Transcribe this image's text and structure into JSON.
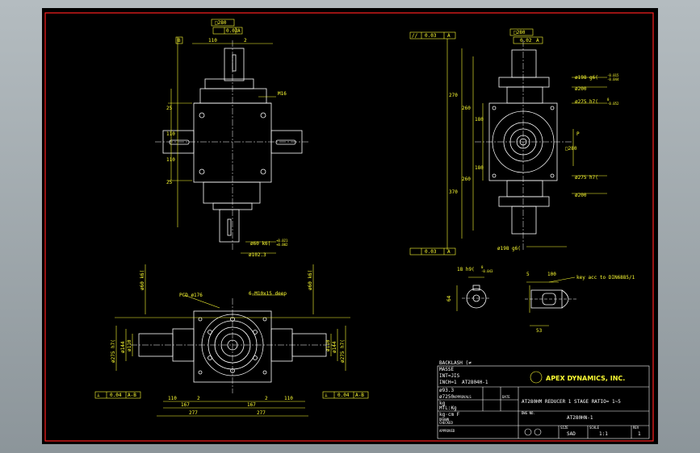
{
  "colors": {
    "frame": "#ff2020",
    "geometry": "#ffffff",
    "dimension": "#ffff33",
    "center": "#ffffff",
    "background": "#000000"
  },
  "front_view": {
    "flatness_box": "□",
    "flatness_val": "0.02",
    "tol_top": "□280",
    "tol_top_val": "0.02",
    "tol_top_ref": "A",
    "datum_b": "B",
    "dim_110_top": "110",
    "dim_2": "2",
    "thread": "M16",
    "dim_25a": "25",
    "dim_25b": "25",
    "dim_110a": "110",
    "dim_110b": "110",
    "shaft_dia": "ø60 k6(",
    "shaft_tol_up": "+0.021",
    "shaft_tol_lo": "+0.002",
    "dia_102": "ø102.3"
  },
  "side_view": {
    "parallel_sym": "//",
    "parallel_val": "0.03",
    "parallel_ref": "A",
    "tol_top": "□280",
    "tol_top_val": "0.02",
    "tol_top_ref": "A",
    "dia_198": "ø198 g6(",
    "dia_198_tol_up": "-0.015",
    "dia_198_tol_lo": "-0.044",
    "dia_200_top": "ø200",
    "dia_275_top": "ø275 h7(",
    "dia_275_tol_up": "0",
    "dia_275_tol_lo": "-0.052",
    "dia_275_bot": "ø275 h7(",
    "dia_200_bot": "ø200",
    "dia_198_bot": "ø198 g6(",
    "dim_270a": "270",
    "dim_260a": "260",
    "dim_180a": "180",
    "dim_270b": "370",
    "dim_260b": "260",
    "dim_180b": "180",
    "dim_280": "□280",
    "dim_p": "P",
    "parallel_bot_val": "0.03",
    "parallel_bot_ref": "A"
  },
  "top_view": {
    "pcd": "PCD ø176",
    "holes": "6-M10x15 deep",
    "dim_60_left": "ø60 k6(",
    "dim_60_right": "ø60 k6(",
    "dim_tol_up": "+0.021",
    "dim_tol_lo": "+0.002",
    "h7_left": "ø275 h7(",
    "h7_right": "ø275 h7(",
    "tol_up": "0",
    "tol_lo": "-0.052",
    "d144": "ø144",
    "d110": "ø110",
    "d110b": "ø110",
    "d144b": "ø144",
    "perp_sym": "⟂",
    "perp_val": "0.04",
    "perp_ref": "A-B",
    "perp_val_r": "0.04",
    "perp_ref_r": "A-B",
    "dim_110l": "110",
    "dim_2l": "2",
    "dim_2r": "2",
    "dim_110r": "110",
    "dim_167l": "167",
    "dim_167r": "167",
    "dim_277l": "277",
    "dim_277r": "277"
  },
  "key_detail": {
    "dim_18": "18 h9(",
    "tol_up": "0",
    "tol_lo": "-0.043",
    "dim_64": "64",
    "dim_5": "5",
    "dim_100": "100",
    "note": "key acc to DIN6885/1",
    "dim_53": "53"
  },
  "title_block": {
    "backlash": "BACKLASH (≠",
    "notes": [
      "MASSE",
      "INT=JIS",
      "INCH=1",
      "ø93.3",
      "AT2804H-1",
      "ø7250",
      "kg",
      "MTL:Kg",
      "kg·cm F"
    ],
    "note_labels": [
      "APPROVALS",
      "DATE",
      "DRAWN",
      "CHECKED",
      "APPROVED"
    ],
    "company": "APEX DYNAMICS, INC.",
    "title": "AT280HM REDUCER 1 STAGE RATIO= 1~5",
    "dwg_label": "DWG NO.",
    "dwg_no": "AT280HN-1",
    "size_label": "SIZE",
    "size": "SAD",
    "scale_label": "SCALE",
    "scale": "1:1",
    "rev_label": "REV",
    "rev": "1",
    "sheet": "1"
  }
}
